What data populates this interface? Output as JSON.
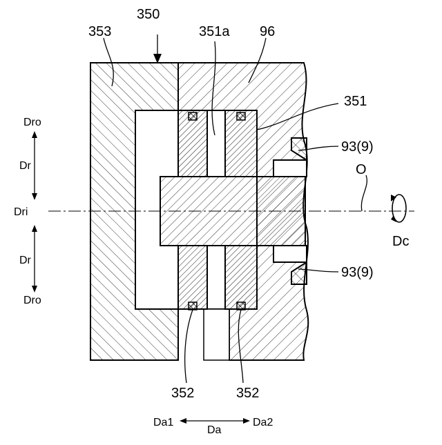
{
  "figure": {
    "labels": {
      "ref_350": "350",
      "ref_353": "353",
      "ref_351a": "351a",
      "ref_96": "96",
      "ref_351": "351",
      "ref_93_upper": "93(9)",
      "ref_93_lower": "93(9)",
      "ref_O": "O",
      "ref_Dc": "Dc",
      "ref_352_left": "352",
      "ref_352_right": "352",
      "dir_Dro_top": "Dro",
      "dir_Dr_top": "Dr",
      "dir_Dri": "Dri",
      "dir_Dr_bottom": "Dr",
      "dir_Dro_bottom": "Dro",
      "dir_Da1": "Da1",
      "dir_Da": "Da",
      "dir_Da2": "Da2"
    }
  }
}
